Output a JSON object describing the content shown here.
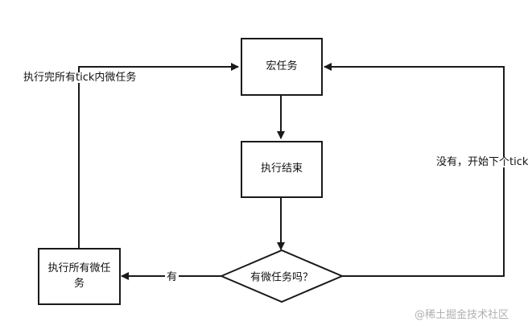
{
  "nodes": {
    "macro_task": "宏任务",
    "execute_end": "执行结束",
    "has_micro_decision": "有微任务吗？",
    "execute_all_micro": "执行所有微任务"
  },
  "edges": {
    "yes_label": "有",
    "no_label": "没有，开始下个tick",
    "loop_back_label": "执行完所有tick内微任务"
  },
  "watermark": "@稀土掘金技术社区"
}
